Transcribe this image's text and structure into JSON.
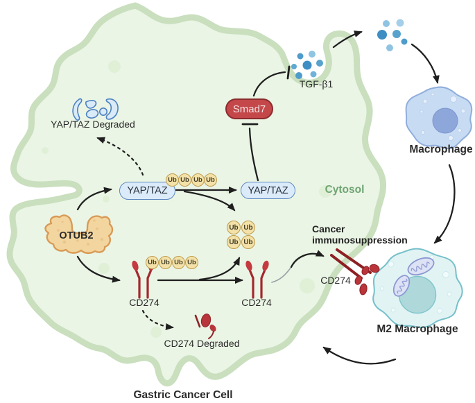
{
  "figure": {
    "cell_label": "Gastric Cancer Cell",
    "compartment_label": "Cytosol"
  },
  "nodes": {
    "otub2": "OTUB2",
    "yap_taz": "YAP/TAZ",
    "yap_taz_degraded": "YAP/TAZ Degraded",
    "ub": "Ub",
    "smad7": "Smad7",
    "tgfb1": "TGF-β1",
    "cd274": "CD274",
    "cd274_degraded": "CD274 Degraded",
    "macrophage": "Macrophage",
    "m2_macrophage": "M2 Macrophage",
    "cancer_immunosuppression": "Cancer immunosuppression"
  },
  "colors": {
    "membrane": "#C9DFBE",
    "cytoplasm": "#EAF5E5",
    "protein_blue_fill": "#DCEBF9",
    "protein_blue_stroke": "#5C88C0",
    "ubiquitin_fill": "#F3E1A8",
    "ubiquitin_stroke": "#BE9C4E",
    "otub2_fill": "#F3D69F",
    "otub2_stroke": "#D89B57",
    "smad7_fill": "#C4474A",
    "smad7_stroke": "#8A2B2E",
    "cd274_red": "#B8353B",
    "tgfb1_blue": "#4E9CCB",
    "macrophage_fill": "#C7DBF3",
    "m2_macrophage_fill": "#E2F3F4",
    "cytosol_text": "#6FA573",
    "arrow": "#1F1F1F"
  }
}
